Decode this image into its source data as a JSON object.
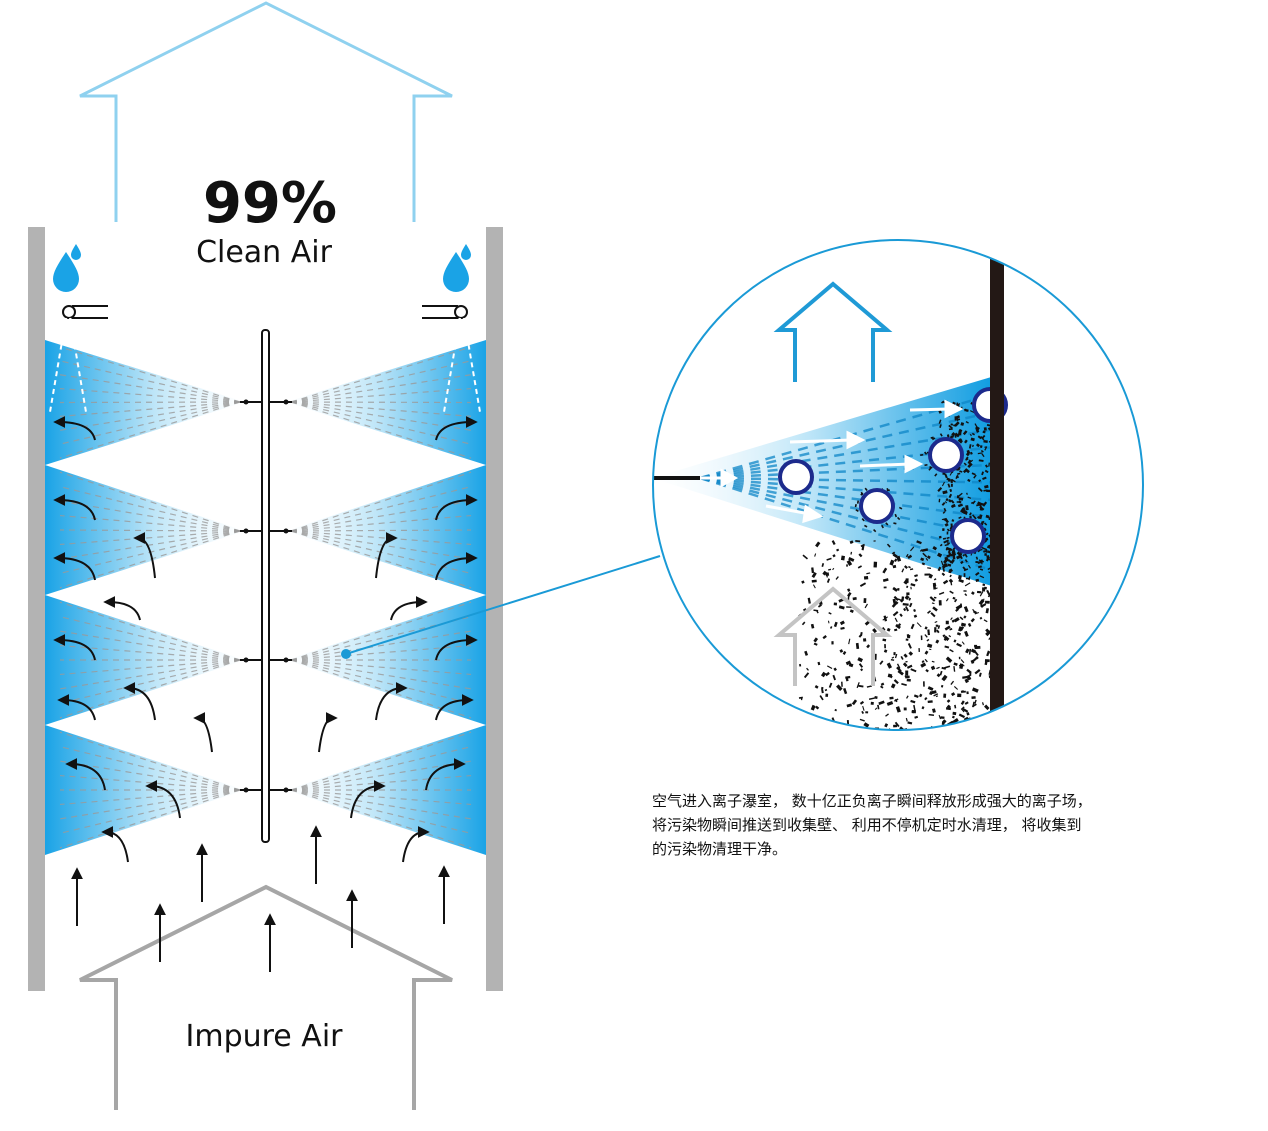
{
  "diagram": {
    "percent": "99%",
    "clean_label": "Clean Air",
    "impure_label": "Impure Air",
    "description": "空气进入离子瀑室， 数十亿正负离子瞬间释放形成强大的离子场，将污染物瞬间推送到收集壁、 利用不停机定时水清理， 将收集到的污染物清理干净。"
  },
  "colors": {
    "tower_wall": "#b3b3b3",
    "spray_blue": "#1aa3e6",
    "outline_blue": "#1f9ad6",
    "clean_arrow": "#8fd1ef",
    "impure_arrow": "#999999",
    "particle": "#111111",
    "ion_ring": "#1c2a8c"
  },
  "icons": [
    "water-drop-icon",
    "nozzle-icon",
    "up-arrow-icon",
    "curved-arrow-icon",
    "ion-icon"
  ]
}
